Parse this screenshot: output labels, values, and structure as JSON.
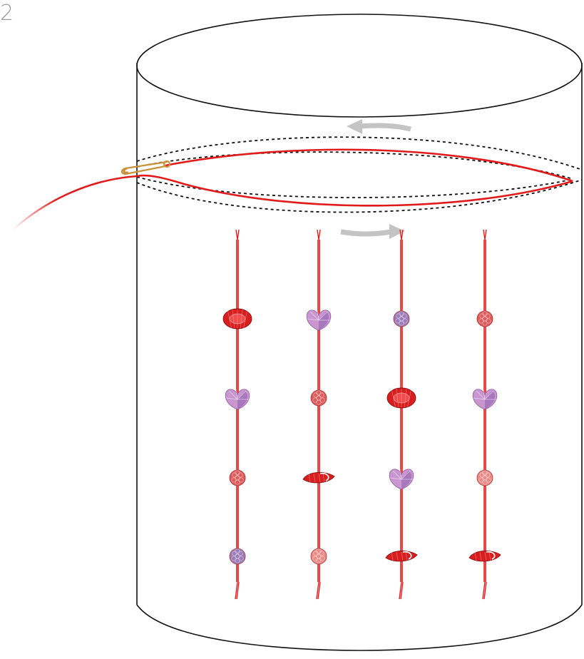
{
  "step": {
    "number": "2"
  },
  "colors": {
    "outline": "#111111",
    "thread": "#e11b1b",
    "dashed_channel": "#111111",
    "arrow": "#c4c4c4",
    "pin": "#c8923a",
    "bead_red_dark": "#d81e1e",
    "bead_red": "#dc5a5a",
    "bead_pink": "#ea8a86",
    "bead_purple": "#9b7bb8",
    "bead_heart": "#c996d0"
  },
  "strands": [
    {
      "beads": [
        "crystal-red",
        "heart-purple",
        "berry-red",
        "berry-purple"
      ]
    },
    {
      "beads": [
        "heart-purple",
        "berry-red",
        "leaf-red",
        "berry-pink"
      ]
    },
    {
      "beads": [
        "berry-purple",
        "crystal-red",
        "heart-purple",
        "leaf-red"
      ]
    },
    {
      "beads": [
        "berry-red",
        "heart-purple",
        "berry-pink",
        "leaf-red"
      ]
    }
  ]
}
